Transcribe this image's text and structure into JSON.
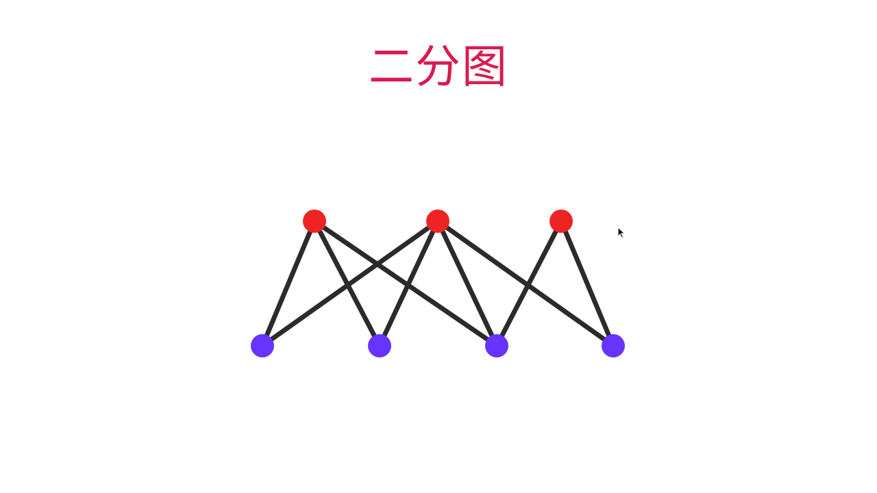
{
  "title": "二分图",
  "colors": {
    "title": "#d81b4f",
    "top_node": "#ee2424",
    "bottom_node": "#6633ff",
    "edge": "#2b2b2b",
    "background": "#ffffff"
  },
  "graph": {
    "top_nodes": [
      {
        "id": "t1",
        "color_key": "top_node"
      },
      {
        "id": "t2",
        "color_key": "top_node"
      },
      {
        "id": "t3",
        "color_key": "top_node"
      }
    ],
    "bottom_nodes": [
      {
        "id": "b1",
        "color_key": "bottom_node"
      },
      {
        "id": "b2",
        "color_key": "bottom_node"
      },
      {
        "id": "b3",
        "color_key": "bottom_node"
      },
      {
        "id": "b4",
        "color_key": "bottom_node"
      }
    ],
    "edges": [
      [
        "t1",
        "b1"
      ],
      [
        "t1",
        "b2"
      ],
      [
        "t1",
        "b3"
      ],
      [
        "t2",
        "b1"
      ],
      [
        "t2",
        "b2"
      ],
      [
        "t2",
        "b3"
      ],
      [
        "t2",
        "b4"
      ],
      [
        "t3",
        "b3"
      ],
      [
        "t3",
        "b4"
      ]
    ]
  },
  "cursor": {
    "icon": "mouse-pointer-icon"
  }
}
